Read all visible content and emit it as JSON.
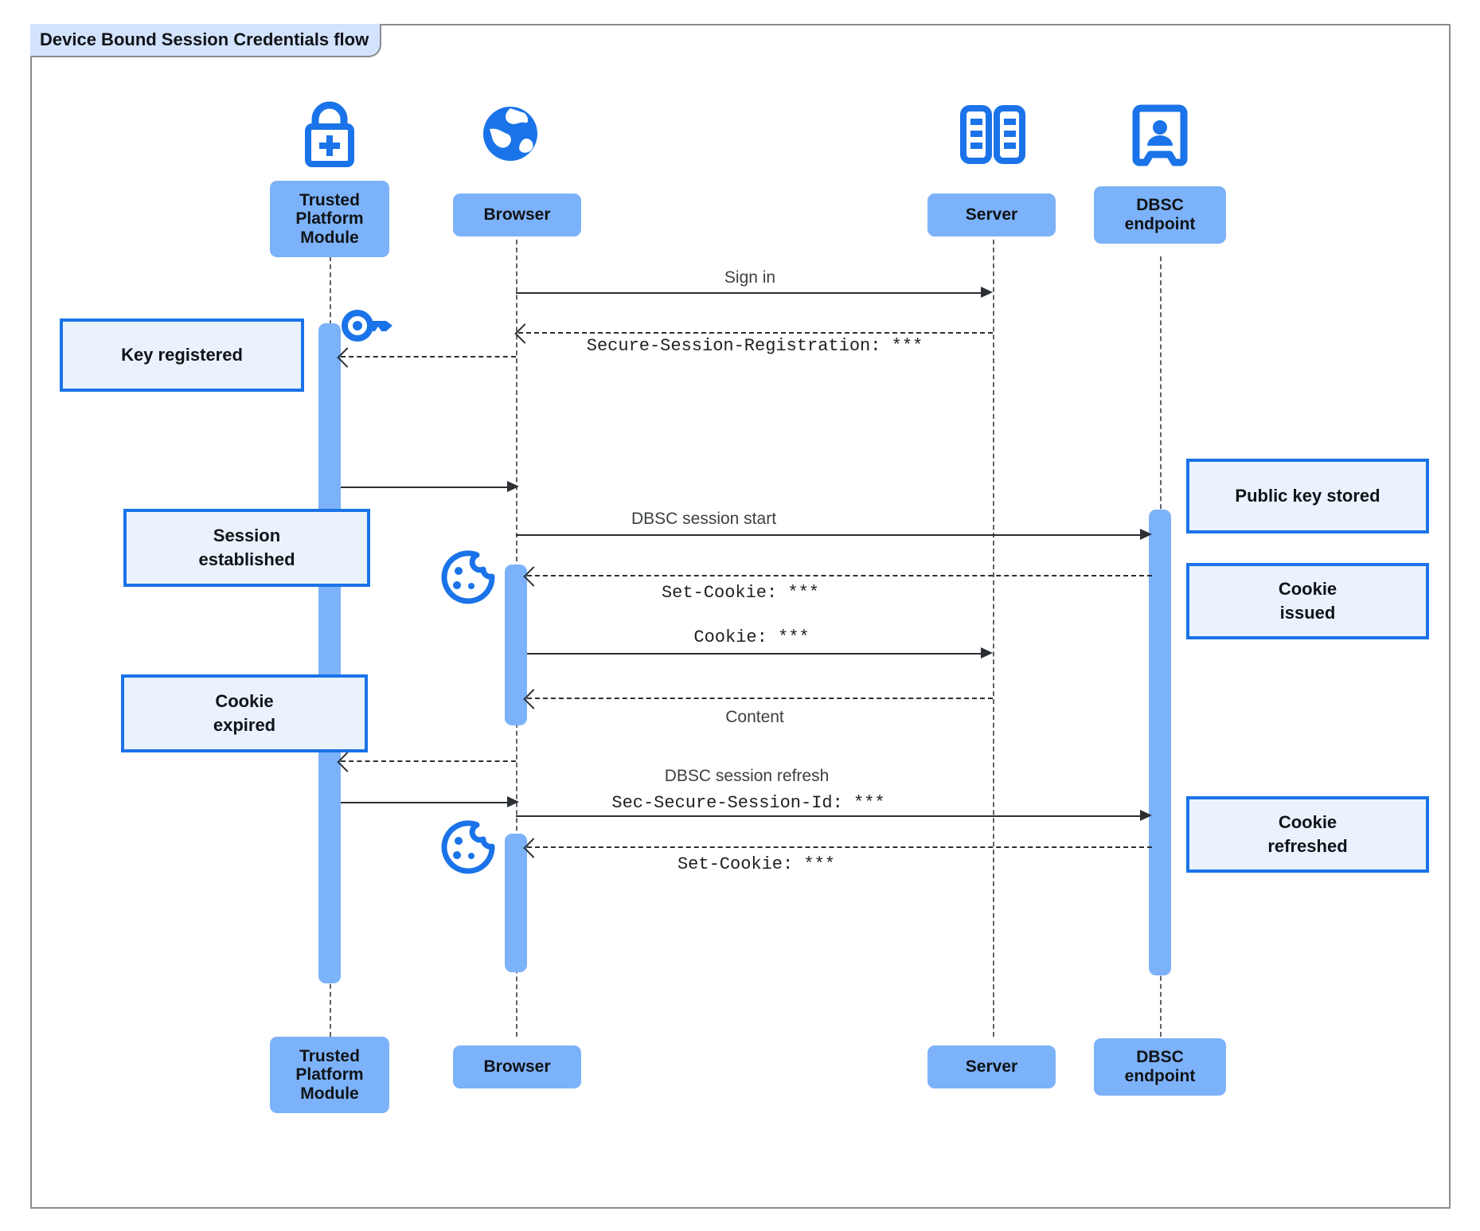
{
  "diagram": {
    "title": "Device Bound Session Credentials flow",
    "type": "uml-sequence-diagram",
    "colors": {
      "participant_fill": "#7cb2f9",
      "note_fill": "#eaf2fe",
      "note_border": "#1a73e8",
      "icon_blue": "#1a73e8",
      "line": "#2b2f33",
      "lifeline": "#5f6368",
      "frame_border": "#888c91",
      "title_fill": "#d3e3fd"
    },
    "participants": [
      {
        "id": "tpm",
        "label": "Trusted\nPlatform\nModule",
        "label_top": "Trusted Platform Module",
        "icon": "lock-plus-icon"
      },
      {
        "id": "browser",
        "label": "Browser",
        "icon": "globe-icon"
      },
      {
        "id": "server",
        "label": "Server",
        "icon": "server-rack-icon"
      },
      {
        "id": "dbsc",
        "label": "DBSC\nendpoint",
        "icon": "id-badge-icon"
      }
    ],
    "messages": [
      {
        "id": "m1",
        "from": "browser",
        "to": "server",
        "label": "Sign in",
        "style": "solid",
        "font": "sans"
      },
      {
        "id": "m2",
        "from": "server",
        "to": "browser",
        "label": "Secure-Session-Registration: ***",
        "style": "dashed",
        "font": "mono"
      },
      {
        "id": "m3",
        "from": "browser",
        "to": "tpm",
        "label": "",
        "style": "dashed",
        "font": "mono"
      },
      {
        "id": "m4",
        "from": "tpm",
        "to": "browser",
        "label": "",
        "style": "solid",
        "font": "sans"
      },
      {
        "id": "m5",
        "from": "browser",
        "to": "dbsc",
        "label": "DBSC session start",
        "style": "solid",
        "font": "sans"
      },
      {
        "id": "m6",
        "from": "dbsc",
        "to": "browser",
        "label": "Set-Cookie: ***",
        "style": "dashed",
        "font": "mono"
      },
      {
        "id": "m7",
        "from": "browser",
        "to": "server",
        "label": "Cookie: ***",
        "style": "solid",
        "font": "mono"
      },
      {
        "id": "m8",
        "from": "server",
        "to": "browser",
        "label": "Content",
        "style": "dashed",
        "font": "sans"
      },
      {
        "id": "m9",
        "from": "browser",
        "to": "tpm",
        "label": "",
        "style": "dashed",
        "font": "mono"
      },
      {
        "id": "m10",
        "from": "tpm",
        "to": "browser",
        "label": "",
        "style": "solid",
        "font": "sans"
      },
      {
        "id": "m11",
        "from": "browser",
        "to": "dbsc",
        "label": "DBSC session refresh",
        "label2": "Sec-Secure-Session-Id: ***",
        "style": "solid",
        "font": "sans"
      },
      {
        "id": "m12",
        "from": "dbsc",
        "to": "browser",
        "label": "Set-Cookie: ***",
        "style": "dashed",
        "font": "mono"
      }
    ],
    "notes": [
      {
        "id": "n1",
        "side": "left",
        "text": "Key registered",
        "lines": [
          "Key registered"
        ]
      },
      {
        "id": "n2",
        "side": "left",
        "text": "Session established",
        "lines": [
          "Session",
          "established"
        ]
      },
      {
        "id": "n3",
        "side": "left",
        "text": "Cookie expired",
        "lines": [
          "Cookie",
          "expired"
        ]
      },
      {
        "id": "n4",
        "side": "right",
        "text": "Public key stored",
        "lines": [
          "Public key stored"
        ]
      },
      {
        "id": "n5",
        "side": "right",
        "text": "Cookie issued",
        "lines": [
          "Cookie",
          "issued"
        ]
      },
      {
        "id": "n6",
        "side": "right",
        "text": "Cookie refreshed",
        "lines": [
          "Cookie",
          "refreshed"
        ]
      }
    ],
    "inline_icons": [
      {
        "id": "key1",
        "name": "key-icon",
        "near": "tpm"
      },
      {
        "id": "cookie1",
        "name": "cookie-icon",
        "near": "browser"
      },
      {
        "id": "cookie2",
        "name": "cookie-icon",
        "near": "browser"
      }
    ]
  }
}
